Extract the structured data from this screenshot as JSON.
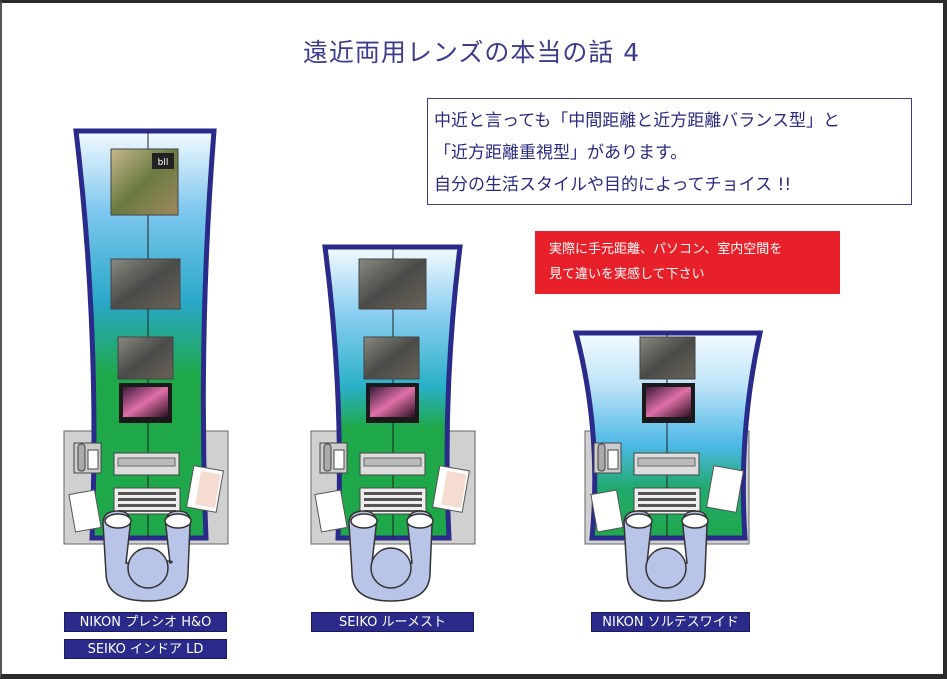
{
  "title": "遠近両用レンズの本当の話 4",
  "info_box": {
    "lines": [
      "中近と言っても「中間距離と近方距離バランス型」と",
      "「近方距離重視型」があります。",
      "自分の生活スタイルや目的によってチョイス !!"
    ]
  },
  "red_box": {
    "lines": [
      "実際に手元距離、パソコン、室内空間を",
      "見て違いを実感して下さい"
    ],
    "color": "#e8202a"
  },
  "lenses": [
    {
      "labels": [
        "NIKON プレシオ H&O",
        "SEIKO インドア LD"
      ]
    },
    {
      "labels": [
        "SEIKO ルーメスト"
      ]
    },
    {
      "labels": [
        "NIKON ソルテスワイド"
      ]
    }
  ],
  "colors": {
    "title": "#3c3c8c",
    "label_bg": "#2a2a8a",
    "lens_top": "#f4fbff",
    "lens_mid": "#3aa0d8",
    "lens_bottom": "#1fa84a",
    "desk": "#d0d0d0"
  }
}
